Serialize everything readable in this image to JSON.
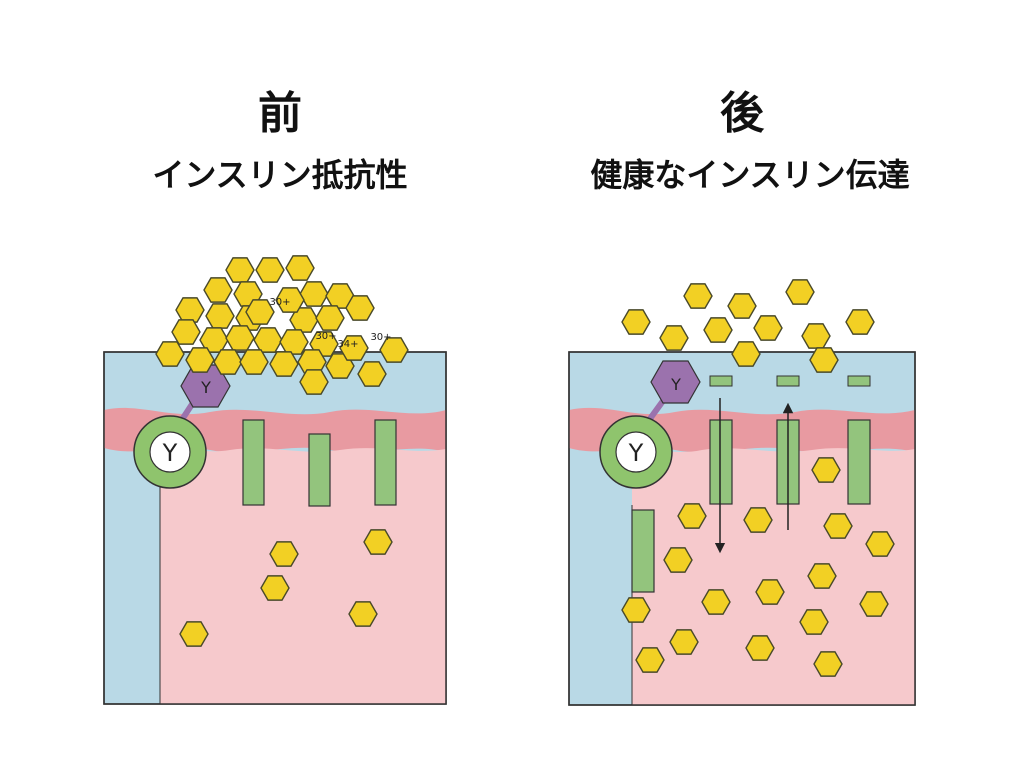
{
  "colors": {
    "glucose": "#f2d024",
    "glucose_stroke": "#4a4a2a",
    "outer_layer": "#b9d9e6",
    "membrane": "#e89aa1",
    "cytoplasm": "#f6c9cc",
    "channel": "#93c47d",
    "receptor_ring": "#8fc46d",
    "insulin": "#9b72ad",
    "outline": "#333333"
  },
  "panels": {
    "before": {
      "title": "前",
      "subtitle": "インスリン抵抗性",
      "cluster_labels": [
        "30+",
        "30+",
        "30+",
        "34+"
      ]
    },
    "after": {
      "title": "後",
      "subtitle": "健康なインスリン伝達"
    }
  },
  "receptor_glyph": "Y"
}
